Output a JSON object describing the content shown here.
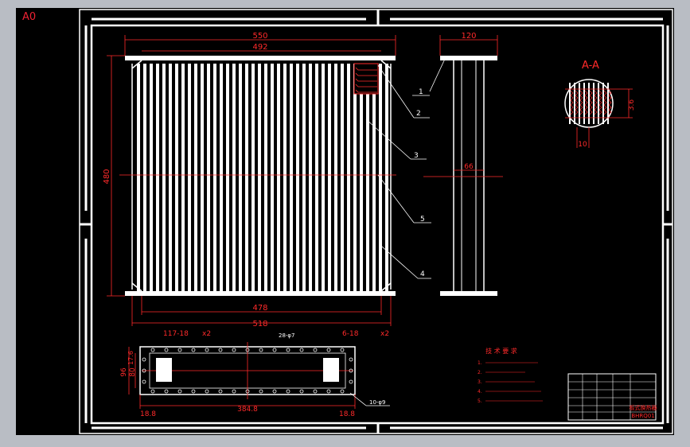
{
  "sheet": {
    "label": "A0"
  },
  "dims": {
    "overall_width": "550",
    "inner_width": "492",
    "height": "480",
    "bottom_inner": "478",
    "bottom_outer": "518",
    "side_depth": "120",
    "side_mid": "66",
    "section_label": "A-A",
    "section_pitch": "3.6",
    "section_width": "10"
  },
  "callouts": [
    "1",
    "2",
    "3",
    "5",
    "4"
  ],
  "flange": {
    "hole_spec_left": "117-18",
    "hole_spec_left_x": "x2",
    "hole_spec_right": "6-18",
    "hole_spec_right_x": "x2",
    "top_note": "28-φ7",
    "dim_96": "96",
    "dim_80": "80",
    "dim_17_6": "17.6",
    "dim_left_gap": "18.8",
    "dim_center": "384.8",
    "dim_right_gap": "18.8",
    "bolt_note": "10-φ9"
  },
  "notes": {
    "title": "技 术 要 求",
    "lines": [
      "1.",
      "2.",
      "3.",
      "4.",
      "5."
    ]
  },
  "title_block": {
    "name": "板式换热器",
    "code": "BHRQ01"
  },
  "colors": {
    "line": "#ffffff",
    "dimension": "#ff2a2a",
    "frame": "#ffffff",
    "background": "#000000"
  }
}
